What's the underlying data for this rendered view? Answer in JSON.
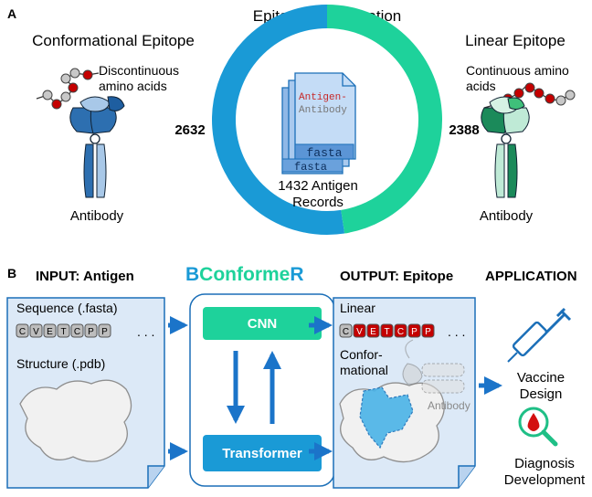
{
  "panel_a": {
    "label": "A",
    "title": "Epitope Classification",
    "conformational_title": "Conformational Epitope",
    "linear_title": "Linear Epitope",
    "discontinuous_line1": "Discontinuous",
    "discontinuous_line2": "amino acids",
    "continuous_line1": "Continuous amino",
    "continuous_line2": "acids",
    "antibody_left": "Antibody",
    "antibody_right": "Antibody",
    "count_conformational": "2632",
    "count_linear": "2388",
    "center_line1": "1432 Antigen",
    "center_line2": "Records",
    "doc_text1": "Antigen-",
    "doc_text2": "Antibody",
    "doc_label_front": "fasta",
    "doc_label_back": "fasta"
  },
  "ring": {
    "conformational": 2632,
    "linear": 2388,
    "colors": {
      "conformational": "#1a9ad6",
      "linear": "#1ed29b"
    }
  },
  "panel_b": {
    "label": "B",
    "input_title": "INPUT: Antigen",
    "brand": [
      "B",
      "Conforme",
      "R"
    ],
    "output_title": "OUTPUT: Epitope",
    "application_title": "APPLICATION",
    "sequence_label": "Sequence (.fasta)",
    "structure_label": "Structure (.pdb)",
    "sequence_letters": [
      "C",
      "V",
      "E",
      "T",
      "C",
      "P",
      "P"
    ],
    "ellipsis": ". . .",
    "cnn_label": "CNN",
    "transformer_label": "Transformer",
    "linear_label": "Linear",
    "conformational_line1": "Confor-",
    "conformational_line2": "mational",
    "antibody_label": "Antibody",
    "vaccine_line1": "Vaccine",
    "vaccine_line2": "Design",
    "diagnosis_line1": "Diagnosis",
    "diagnosis_line2": "Development"
  }
}
